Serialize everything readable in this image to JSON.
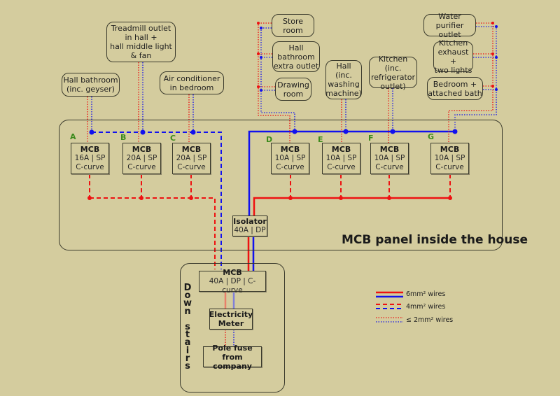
{
  "panel": {
    "title": "MCB panel inside the house"
  },
  "downstairs": {
    "label_chars": [
      "D",
      "o",
      "w",
      "n",
      "",
      "s",
      "t",
      "a",
      "i",
      "r",
      "s"
    ]
  },
  "loads": [
    {
      "id": "hall-bathroom",
      "lines": [
        "Hall bathroom",
        "(inc. geyser)"
      ]
    },
    {
      "id": "treadmill",
      "lines": [
        "Treadmill outlet",
        "in hall +",
        "hall middle light",
        "& fan"
      ]
    },
    {
      "id": "air-conditioner",
      "lines": [
        "Air conditioner",
        "in bedroom"
      ]
    },
    {
      "id": "store-room",
      "lines": [
        "Store",
        "room"
      ]
    },
    {
      "id": "hall-bathroom-extra",
      "lines": [
        "Hall",
        "bathroom",
        "extra outlet"
      ]
    },
    {
      "id": "drawing-room",
      "lines": [
        "Drawing",
        "room"
      ]
    },
    {
      "id": "hall-washing",
      "lines": [
        "Hall",
        "(inc.",
        "washing",
        "machine)"
      ]
    },
    {
      "id": "kitchen",
      "lines": [
        "Kitchen (inc.",
        "refrigerator",
        "outlet)"
      ]
    },
    {
      "id": "water-purifier",
      "lines": [
        "Water purifier",
        "outlet"
      ]
    },
    {
      "id": "kitchen-exhaust",
      "lines": [
        "Kitchen",
        "exhaust +",
        "two lights"
      ]
    },
    {
      "id": "bedroom-bath",
      "lines": [
        "Bedroom +",
        "attached bath"
      ]
    }
  ],
  "mcbs": [
    {
      "letter": "A",
      "title": "MCB",
      "spec": "16A  |  SP",
      "curve": "C-curve"
    },
    {
      "letter": "B",
      "title": "MCB",
      "spec": "20A  |  SP",
      "curve": "C-curve"
    },
    {
      "letter": "C",
      "title": "MCB",
      "spec": "20A  |  SP",
      "curve": "C-curve"
    },
    {
      "letter": "D",
      "title": "MCB",
      "spec": "10A  |  SP",
      "curve": "C-curve"
    },
    {
      "letter": "E",
      "title": "MCB",
      "spec": "10A  |  SP",
      "curve": "C-curve"
    },
    {
      "letter": "F",
      "title": "MCB",
      "spec": "10A  |  SP",
      "curve": "C-curve"
    },
    {
      "letter": "G",
      "title": "MCB",
      "spec": "10A  |  SP",
      "curve": "C-curve"
    }
  ],
  "isolator": {
    "title": "Isolator",
    "spec": "40A  |  DP"
  },
  "main_mcb": {
    "title": "MCB",
    "spec": "40A  |  DP  |  C-curve"
  },
  "meter": {
    "lines": [
      "Electricity",
      "Meter"
    ]
  },
  "pole_fuse": {
    "lines": [
      "Pole fuse from",
      "company"
    ]
  },
  "legend": [
    {
      "label": "6mm² wires",
      "style": "solid"
    },
    {
      "label": "4mm² wires",
      "style": "dashed"
    },
    {
      "label": "≤ 2mm² wires",
      "style": "dotted"
    }
  ],
  "colors": {
    "live": "#ee1111",
    "neutral": "#1111ee",
    "background": "#d4cc9e",
    "letter": "#3c8a1c"
  }
}
